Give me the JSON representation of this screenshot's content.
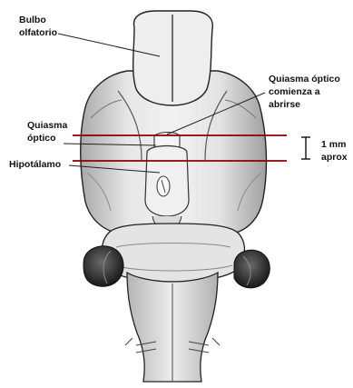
{
  "labels": {
    "bulbo": "Bulbo\nolfatorio",
    "quiasma_abrirse": "Quiasma óptico\ncomienza a\nabrirse",
    "quiasma": "Quiasma\nóptico",
    "hipotalamo": "Hipotálamo",
    "escala": "1 mm\naprox"
  },
  "colors": {
    "section_line": "#8b0000",
    "tissue": "#e9e9e9",
    "tissue_shadow": "#9a9a9a",
    "outline": "#1c1c1c",
    "label_text": "#111111"
  }
}
